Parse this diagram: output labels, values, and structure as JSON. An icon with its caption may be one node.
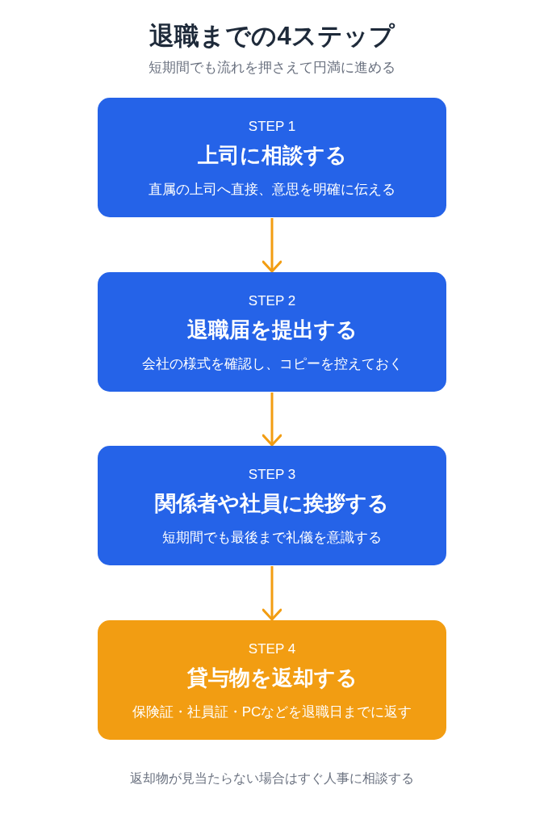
{
  "diagram": {
    "title": "退職までの4ステップ",
    "nodes": [
      {
        "text": [
          "STEP 1",
          "上司に相談する",
          "直属の上司へ直接、意思を明確に伝える"
        ]
      },
      {
        "text": [
          "STEP 2",
          "退職届を提出する",
          "会社の様式を確認し、コピーを控えておく"
        ]
      },
      {
        "text": [
          "STEP 3",
          "関係者や社員に挨拶する",
          "短期間でも最後まで礼儀を意識する"
        ]
      },
      {
        "text": [
          "STEP 4",
          "貸与物を返却する",
          "保険証・社員証・PCなどを退職日までに返す"
        ]
      }
    ],
    "edges": [
      {
        "from": 0,
        "to": 1,
        "arrow": "to"
      },
      {
        "from": 1,
        "to": 2,
        "arrow": "to"
      },
      {
        "from": 2,
        "to": 3,
        "arrow": "to"
      }
    ],
    "labels": [
      "短期間でも流れを押さえて円満に進める",
      "返却物が見当たらない場合はすぐ人事に相談する"
    ]
  }
}
